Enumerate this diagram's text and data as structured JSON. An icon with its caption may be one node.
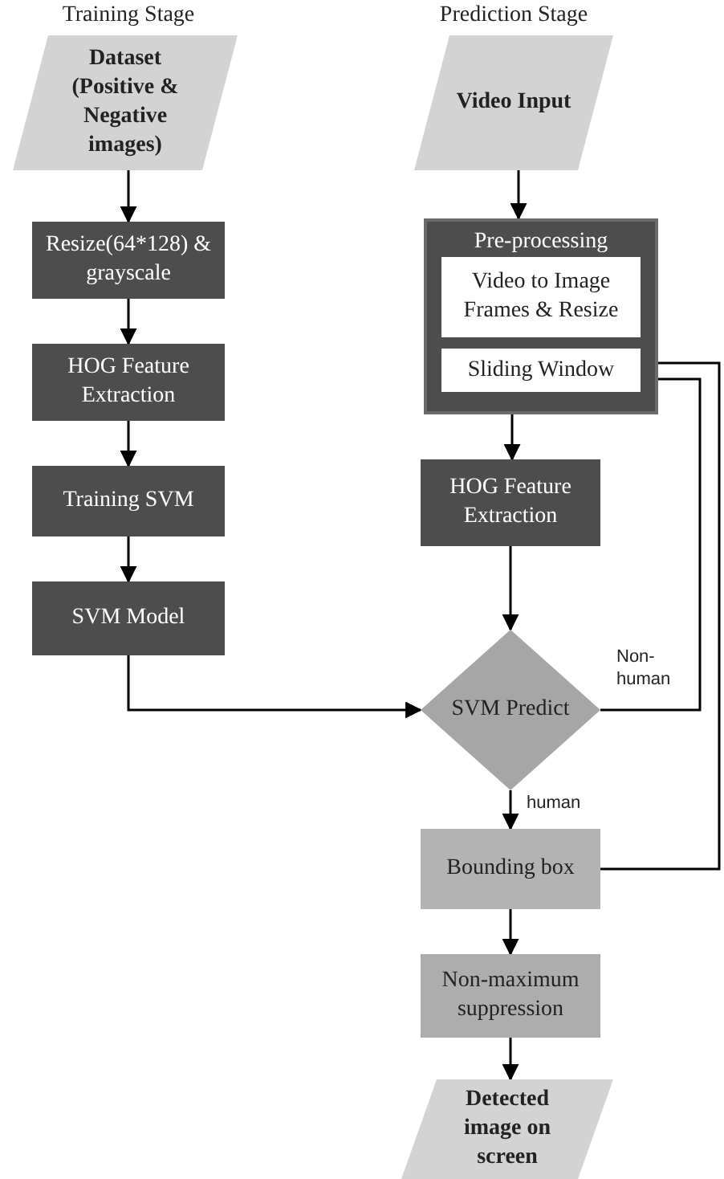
{
  "diagram": {
    "nodes": [
      {
        "text": [
          "Dataset (Positive & Negative images)"
        ]
      },
      {
        "text": [
          "Resize(64*128) & grayscale"
        ]
      },
      {
        "text": [
          "HOG Feature Extraction"
        ]
      },
      {
        "text": [
          "Training SVM"
        ]
      },
      {
        "text": [
          "SVM Model"
        ]
      },
      {
        "text": [
          "Video Input"
        ]
      },
      {
        "text": [
          "Pre-processing"
        ]
      },
      {
        "text": [
          "Video to Image Frames & Resize"
        ],
        "in": 6
      },
      {
        "text": [
          "Sliding Window"
        ],
        "in": 6
      },
      {
        "text": [
          "HOG Feature Extraction"
        ]
      },
      {
        "text": [
          "SVM Predict"
        ]
      },
      {
        "text": [
          "Bounding box"
        ]
      },
      {
        "text": [
          "Non-maximum suppression"
        ]
      },
      {
        "text": [
          "Detected image on screen"
        ]
      }
    ],
    "edges": [
      {
        "from": 0,
        "to": 1,
        "arrow": "to"
      },
      {
        "from": 1,
        "to": 2,
        "arrow": "to"
      },
      {
        "from": 2,
        "to": 3,
        "arrow": "to"
      },
      {
        "from": 3,
        "to": 4,
        "arrow": "to"
      },
      {
        "from": 4,
        "to": 10,
        "arrow": "to"
      },
      {
        "from": 5,
        "to": 6,
        "arrow": "to"
      },
      {
        "from": 6,
        "to": 9,
        "arrow": "to"
      },
      {
        "from": 9,
        "to": 10,
        "arrow": "to"
      },
      {
        "from": 10,
        "to": 8,
        "arrow": "to",
        "label": "Non-human"
      },
      {
        "from": 10,
        "to": 11,
        "arrow": "to",
        "label": "human"
      },
      {
        "from": 11,
        "to": 8,
        "arrow": "to"
      },
      {
        "from": 11,
        "to": 12,
        "arrow": "to"
      },
      {
        "from": 12,
        "to": 13,
        "arrow": "to"
      }
    ],
    "labels": [
      "Training Stage",
      "Prediction Stage"
    ]
  }
}
